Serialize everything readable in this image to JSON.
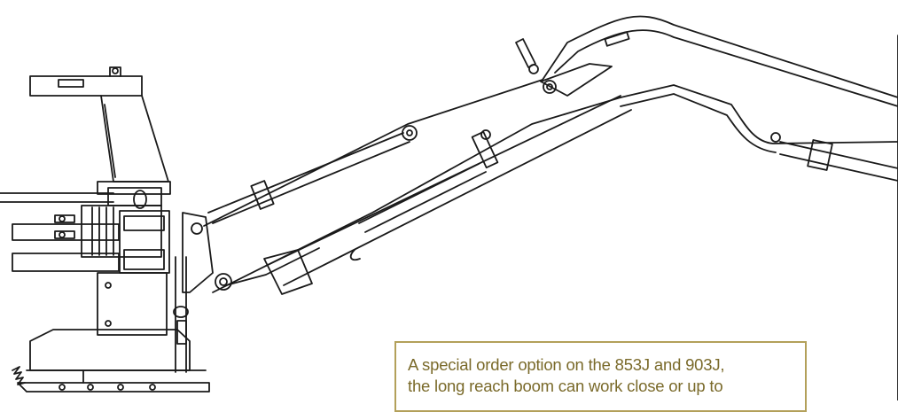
{
  "illustration": {
    "subject": "long reach boom with felling head",
    "stroke_color": "#1a1a1a"
  },
  "caption": {
    "lines": [
      "A special order option on the 853J and 903J,",
      "the long reach boom can work close or up to"
    ],
    "text_color": "#7a6a2a",
    "border_color": "#b3a05a"
  }
}
